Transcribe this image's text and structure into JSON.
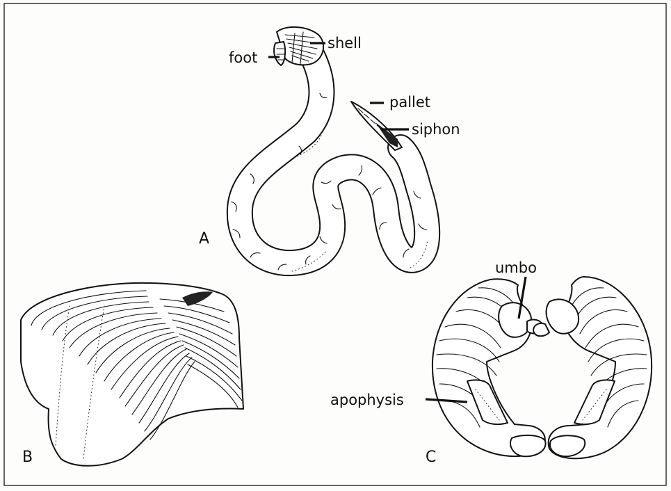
{
  "labels": {
    "foot": "foot",
    "shell": "shell",
    "pallet": "pallet",
    "siphon": "siphon",
    "umbo": "umbo",
    "apophysis": "apophysis"
  },
  "panels": {
    "a": "A",
    "b": "B",
    "c": "C"
  },
  "colors": {
    "ink": "#111111",
    "paper": "#fdfdfb",
    "frame": "#333333"
  }
}
